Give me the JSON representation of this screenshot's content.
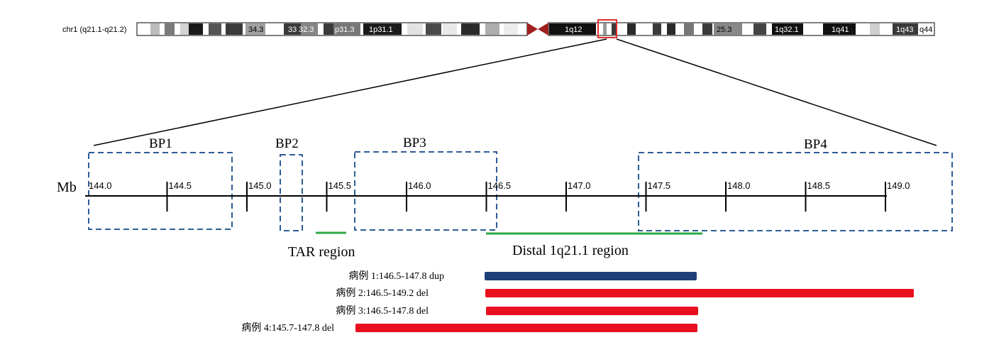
{
  "chromosome": {
    "label": "chr1 (q21.1-q21.2)",
    "band_labels": [
      "34.3",
      "33",
      "32.3",
      "p31.3",
      "1p31.1",
      "1q12",
      "25.3",
      "1q32.1",
      "1q41",
      "1q43",
      "q44"
    ]
  },
  "axis": {
    "unit": "Mb",
    "ticks": [
      "144.0",
      "144.5",
      "145.0",
      "145.5",
      "146.0",
      "146.5",
      "147.0",
      "147.5",
      "148.0",
      "148.5",
      "149.0"
    ]
  },
  "breakpoints": [
    "BP1",
    "BP2",
    "BP3",
    "BP4"
  ],
  "regions": [
    {
      "label": "TAR region",
      "color": "#2ca843"
    },
    {
      "label": "Distal 1q21.1 region",
      "color": "#2ca843"
    }
  ],
  "cases": [
    {
      "label": "病例 1:146.5-147.8  dup",
      "start": 146.5,
      "end": 147.8,
      "type": "dup",
      "color": "#1f3f78"
    },
    {
      "label": "病例 2:146.5-149.2  del",
      "start": 146.5,
      "end": 149.2,
      "type": "del",
      "color": "#e8101f"
    },
    {
      "label": "病例 3:146.5-147.8  del",
      "start": 146.5,
      "end": 147.8,
      "type": "del",
      "color": "#e8101f"
    },
    {
      "label": "病例 4:145.7-147.8  del",
      "start": 145.7,
      "end": 147.8,
      "type": "del",
      "color": "#e8101f"
    }
  ],
  "colors": {
    "breakpoint_box": "#2e5c96",
    "highlight_box": "#e03030",
    "centromere": "#a02020"
  }
}
